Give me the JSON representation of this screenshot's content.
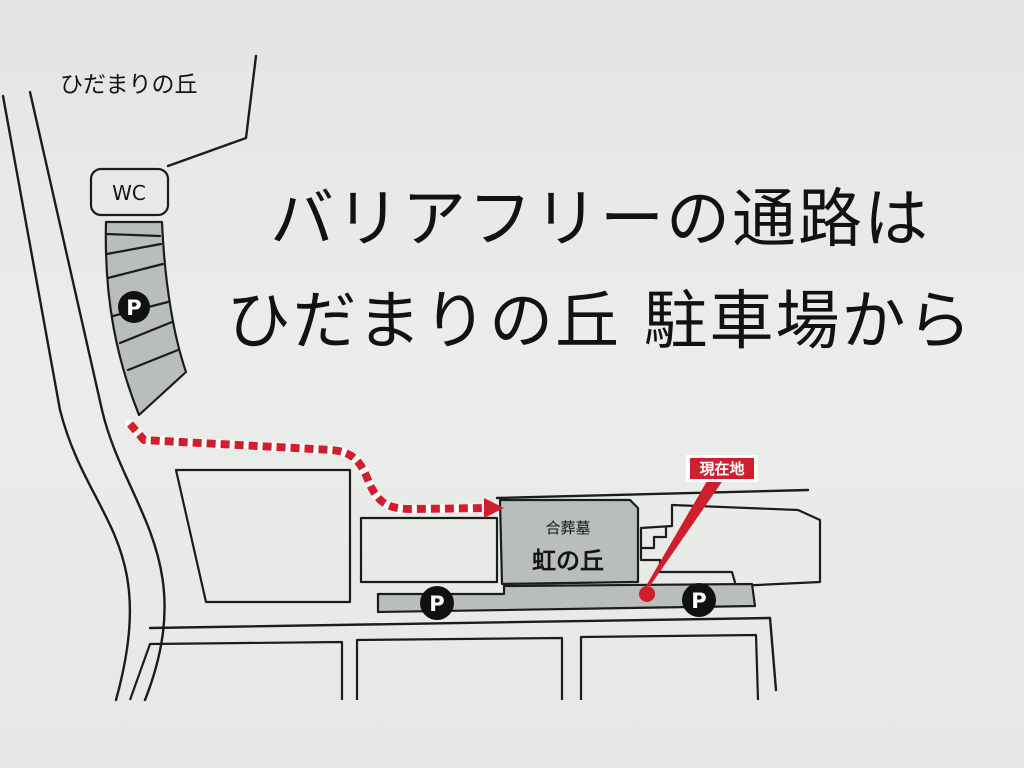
{
  "headline": {
    "line1": "バリアフリーの通路は",
    "line2": "ひだまりの丘 駐車場から"
  },
  "map": {
    "area_label": "ひだまりの丘",
    "wc_label": "WC",
    "parking_symbol": "P",
    "current_location_label": "現在地",
    "memorial": {
      "label_small": "合葬墓",
      "label_large": "虹の丘"
    },
    "icons": [
      "parking-icon",
      "current-location-marker-icon",
      "route-arrow-icon"
    ]
  },
  "colors": {
    "background": "#e7e9e7",
    "route_red": "#cf1f2e",
    "lot_gray": "#b9bebd",
    "ink": "#141414"
  }
}
